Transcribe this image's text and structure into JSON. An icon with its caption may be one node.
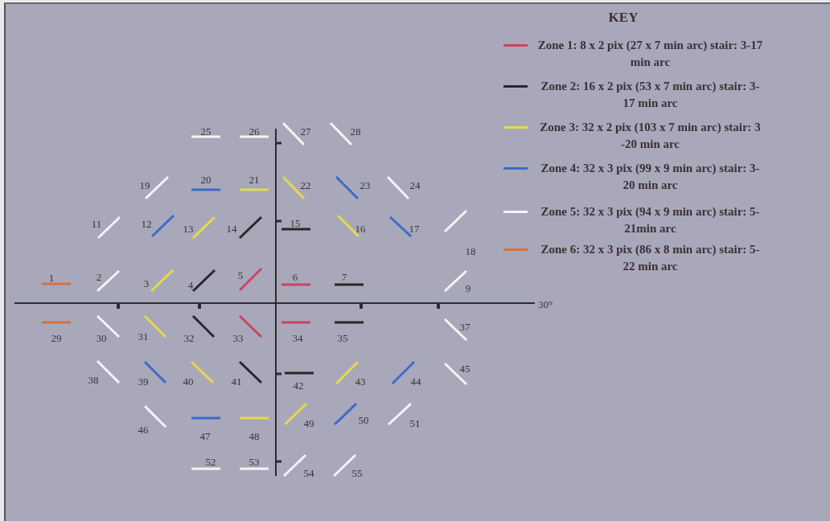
{
  "diagram": {
    "labels": [
      "KEY",
      "1",
      "2",
      "3",
      "4",
      "5",
      "6",
      "7",
      "9",
      "11",
      "12",
      "13",
      "14",
      "15",
      "16",
      "17",
      "18",
      "19",
      "20",
      "21",
      "22",
      "23",
      "24",
      "25",
      "26",
      "27",
      "28",
      "29",
      "30",
      "31",
      "32",
      "33",
      "34",
      "35",
      "37",
      "38",
      "39",
      "40",
      "41",
      "42",
      "43",
      "44",
      "45",
      "46",
      "47",
      "48",
      "49",
      "50",
      "51",
      "52",
      "53",
      "54",
      "55",
      "30°"
    ],
    "legend": [
      {
        "text": "Zone 1: 8 x 2 pix (27 x 7 min arc) stair: 3-17 min arc",
        "color": "#c84460"
      },
      {
        "text": "Zone 2: 16 x 2 pix (53 x 7 min arc) stair: 3-17 min arc",
        "color": "#2a2628"
      },
      {
        "text": "Zone 3: 32 x 2 pix (103 x 7 min arc) stair: 3 -20 min arc",
        "color": "#e2dc48"
      },
      {
        "text": "Zone 4: 32 x 3 pix (99 x 9 min arc) stair: 3-20 min arc",
        "color": "#3c6ac8"
      },
      {
        "text": "Zone 5: 32 x 3 pix (94 x 9 min arc) stair: 5-21min arc",
        "color": "#f4f4f6"
      },
      {
        "text": "Zone 6: 32 x 3 pix (86 x 8 min arc) stair: 5-22 min arc",
        "color": "#d8703c"
      }
    ]
  }
}
